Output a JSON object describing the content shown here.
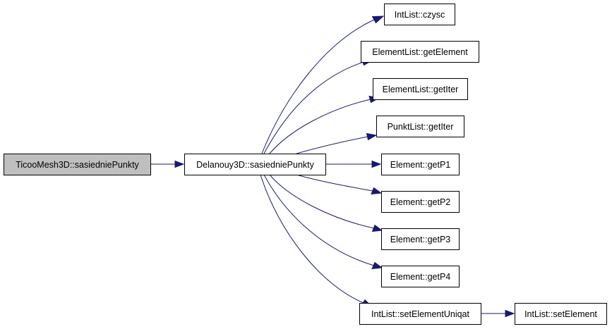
{
  "graph": {
    "nodes": [
      {
        "id": "root",
        "label": "TicooMesh3D::sasiedniePunkty",
        "highlighted": true
      },
      {
        "id": "delanouy",
        "label": "Delanouy3D::sasiedniePunkty",
        "highlighted": false
      },
      {
        "id": "czysc",
        "label": "IntList::czysc",
        "highlighted": false
      },
      {
        "id": "getElement",
        "label": "ElementList::getElement",
        "highlighted": false
      },
      {
        "id": "elGetIter",
        "label": "ElementList::getIter",
        "highlighted": false
      },
      {
        "id": "punktGetIter",
        "label": "PunktList::getIter",
        "highlighted": false
      },
      {
        "id": "getP1",
        "label": "Element::getP1",
        "highlighted": false
      },
      {
        "id": "getP2",
        "label": "Element::getP2",
        "highlighted": false
      },
      {
        "id": "getP3",
        "label": "Element::getP3",
        "highlighted": false
      },
      {
        "id": "getP4",
        "label": "Element::getP4",
        "highlighted": false
      },
      {
        "id": "setElementUniqat",
        "label": "IntList::setElementUniqat",
        "highlighted": false
      },
      {
        "id": "setElement",
        "label": "IntList::setElement",
        "highlighted": false
      }
    ],
    "edges": [
      {
        "from": "root",
        "to": "delanouy"
      },
      {
        "from": "delanouy",
        "to": "czysc"
      },
      {
        "from": "delanouy",
        "to": "getElement"
      },
      {
        "from": "delanouy",
        "to": "elGetIter"
      },
      {
        "from": "delanouy",
        "to": "punktGetIter"
      },
      {
        "from": "delanouy",
        "to": "getP1"
      },
      {
        "from": "delanouy",
        "to": "getP2"
      },
      {
        "from": "delanouy",
        "to": "getP3"
      },
      {
        "from": "delanouy",
        "to": "getP4"
      },
      {
        "from": "delanouy",
        "to": "setElementUniqat"
      },
      {
        "from": "setElementUniqat",
        "to": "setElement"
      }
    ],
    "colors": {
      "edge": "#191970",
      "node_border": "#000000",
      "node_fill": "#ffffff",
      "highlight_fill": "#bfbfbf"
    }
  }
}
